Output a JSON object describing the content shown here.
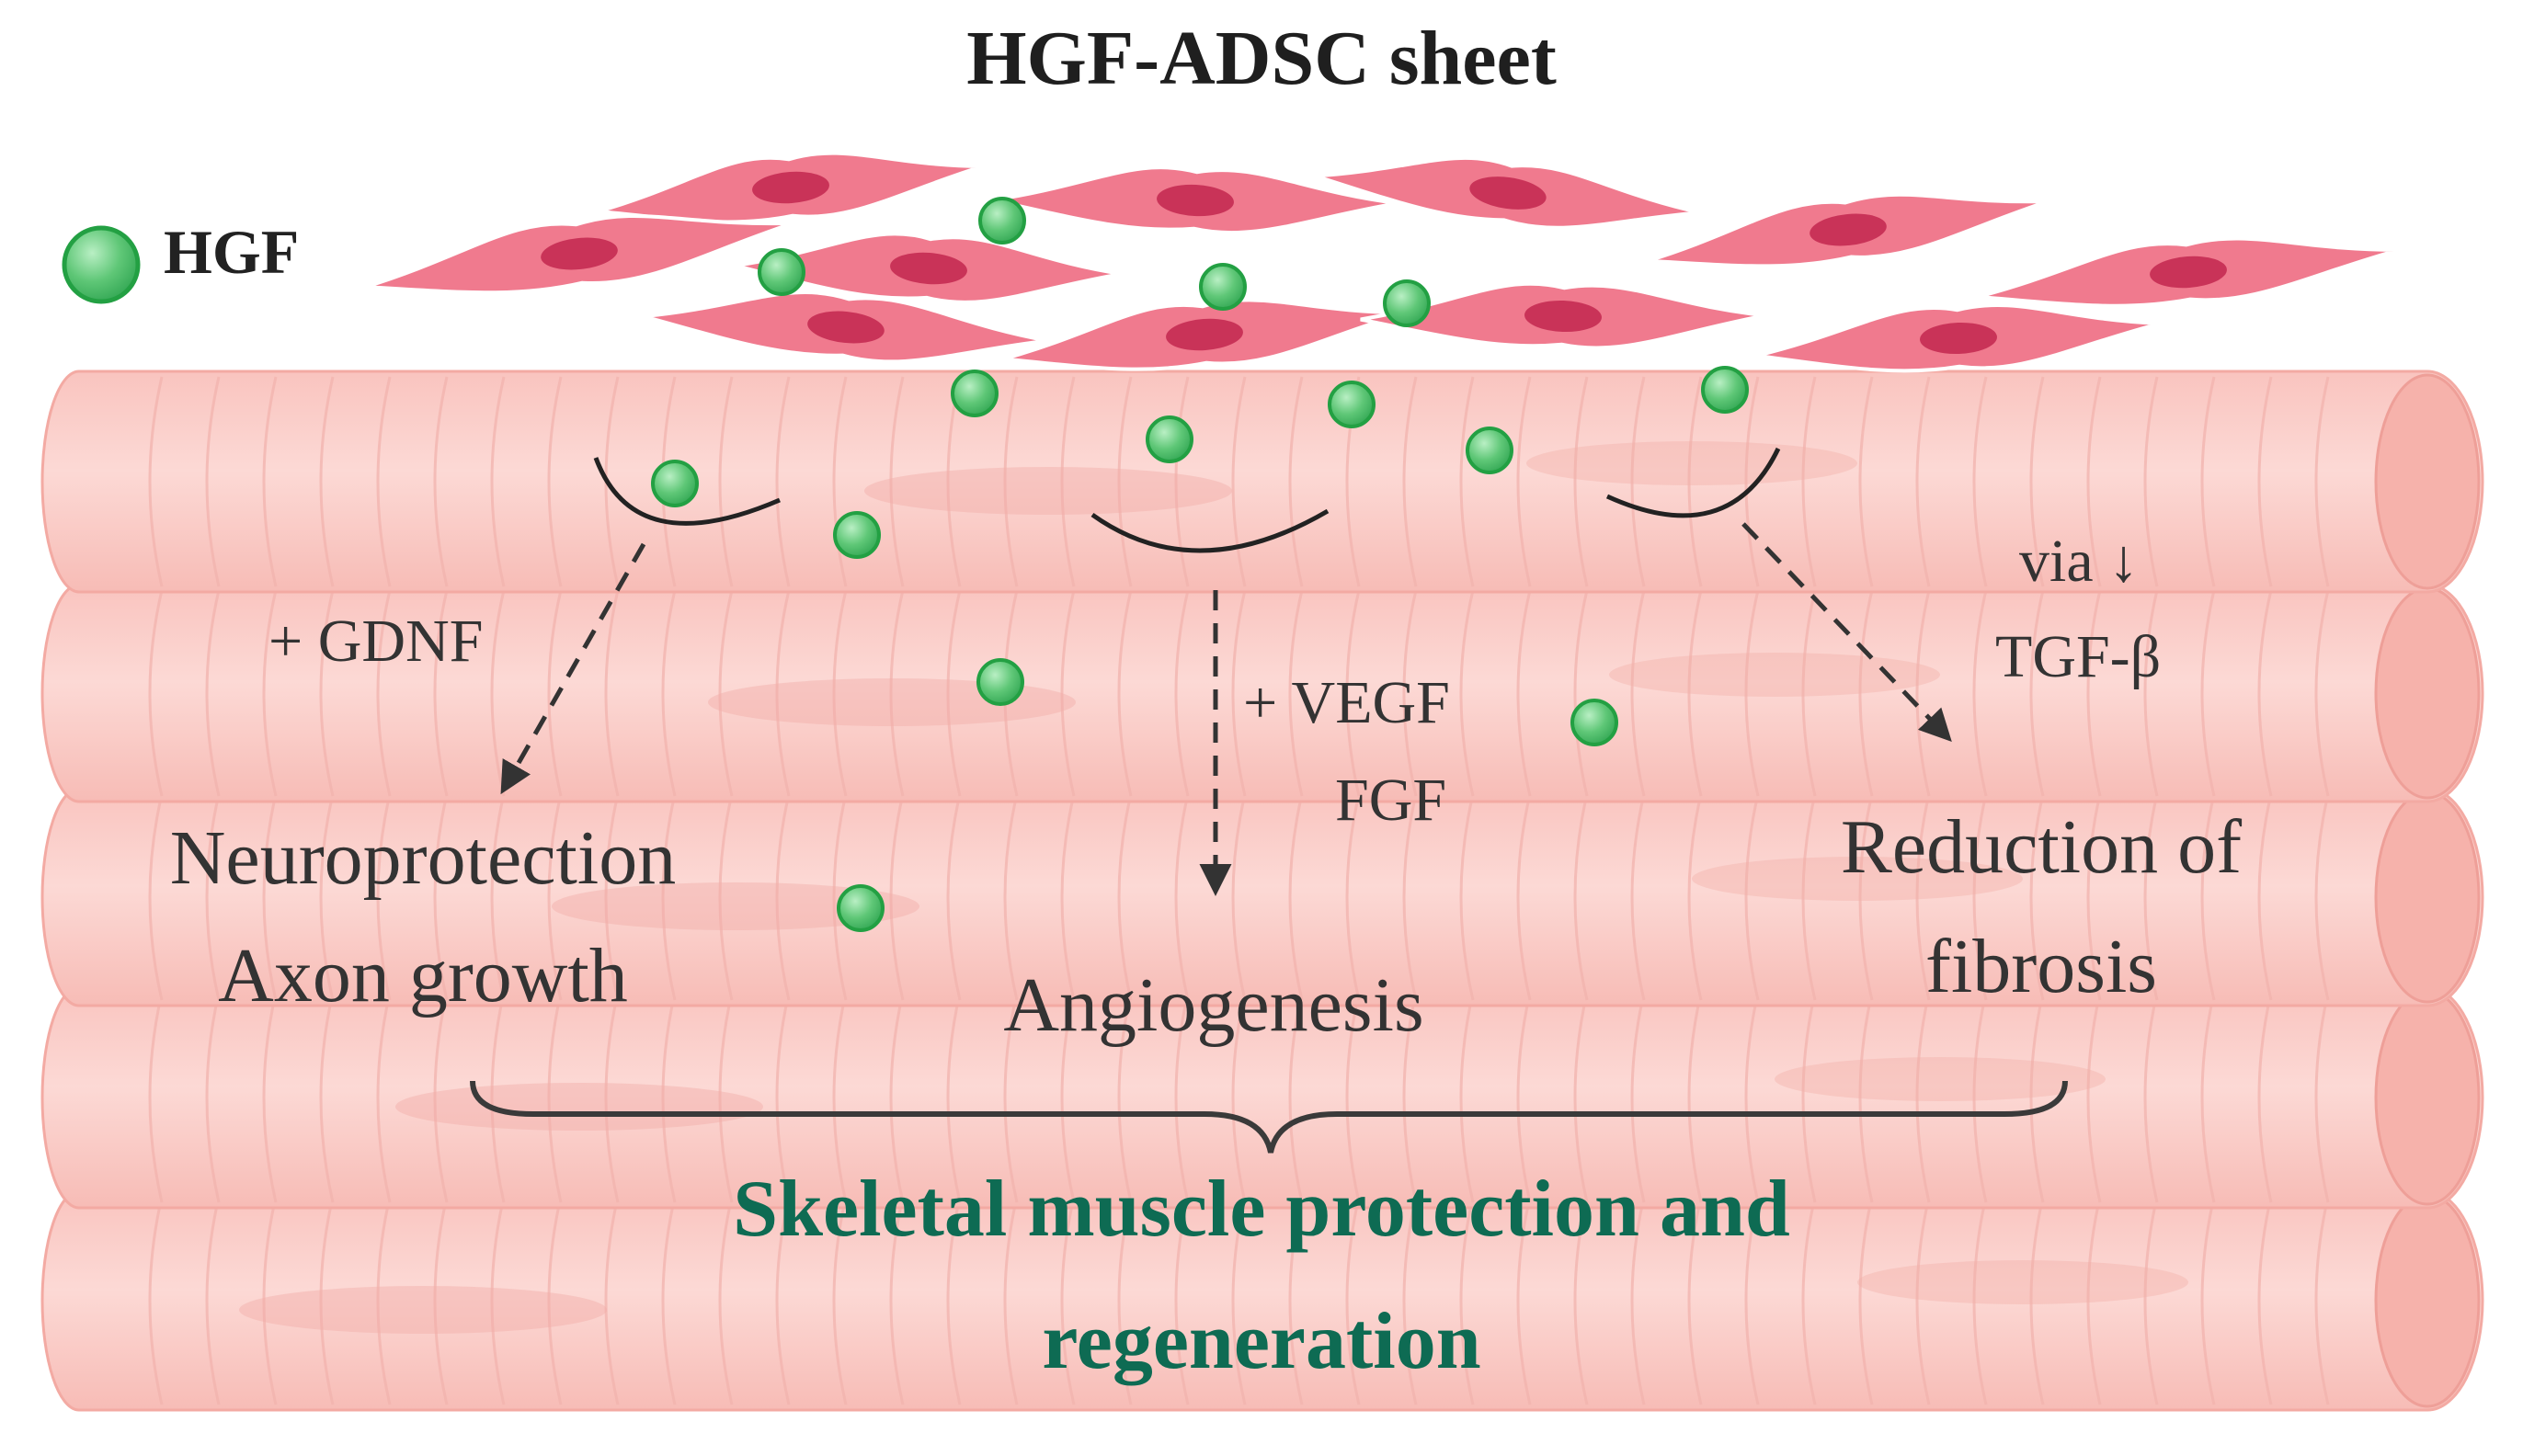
{
  "diagram": {
    "title": "HGF-ADSC sheet",
    "legend": {
      "label": "HGF",
      "icon": "green-sphere"
    },
    "pathways": [
      {
        "modulator": "+ GDNF",
        "effect_lines": [
          "Neuroprotection",
          "Axon growth"
        ]
      },
      {
        "modulator_lines": [
          "+ VEGF",
          "FGF"
        ],
        "effect_lines": [
          "Angiogenesis"
        ]
      },
      {
        "modulator_lines": [
          "via ↓",
          "TGF-β"
        ],
        "effect_lines": [
          "Reduction of",
          "fibrosis"
        ]
      }
    ],
    "conclusion_lines": [
      "Skeletal muscle protection and",
      "regeneration"
    ],
    "colors": {
      "muscle_fiber": "#fbd3cf",
      "muscle_stripe": "#f2b3ad",
      "adsc_cell": "#f07a8e",
      "adsc_nucleus": "#c93358",
      "hgf_particle": "#5fc777",
      "hgf_outline": "#23a043",
      "conclusion_text": "#0e6b53"
    }
  }
}
